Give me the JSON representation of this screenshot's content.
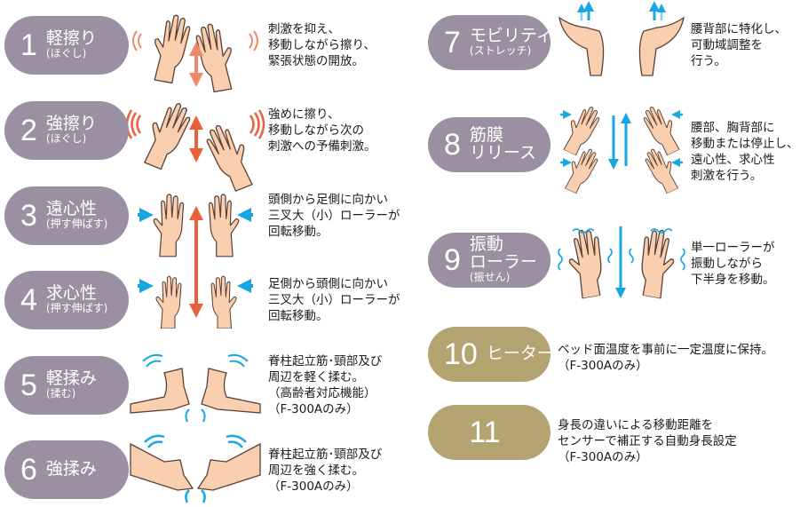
{
  "colors": {
    "purple": "#9b8fa2",
    "gold": "#b4a471",
    "skin": "#f9cfb0",
    "outline": "#5a4034",
    "orange_light": "#f0896c",
    "orange": "#e8603c",
    "blue": "#19a7e2"
  },
  "items": [
    {
      "num": "1",
      "main": "軽擦り",
      "sub": "(ほぐし)",
      "desc": "刺激を抑え、\n移動しながら擦り、\n緊張状態の開放。"
    },
    {
      "num": "2",
      "main": "強擦り",
      "sub": "(ほぐし)",
      "desc": "強めに擦り、\n移動しながら次の\n刺激への予備刺激。"
    },
    {
      "num": "3",
      "main": "遠心性",
      "sub": "(押す伸ばす)",
      "desc": "頭側から足側に向かい\n三叉大（小）ローラーが\n回転移動。"
    },
    {
      "num": "4",
      "main": "求心性",
      "sub": "(押す伸ばす)",
      "desc": "足側から頭側に向かい\n三叉大（小）ローラーが\n回転移動。"
    },
    {
      "num": "5",
      "main": "軽揉み",
      "sub": "(揉む)",
      "desc": "脊柱起立筋･頸部及び\n周辺を軽く揉む。\n（高齢者対応機能）\n（F-300Aのみ）"
    },
    {
      "num": "6",
      "main": "強揉み",
      "sub": "",
      "desc": "脊柱起立筋･頸部及び\n周辺を強く揉む。\n（F-300Aのみ）"
    },
    {
      "num": "7",
      "main": "モビリティ",
      "sub": "(ストレッチ)",
      "desc": "腰背部に特化し、\n可動域調整を\n行う。"
    },
    {
      "num": "8",
      "main": "筋膜\nリリース",
      "sub": "",
      "desc": "腰部、胸背部に\n移動または停止し、\n遠心性、求心性\n刺激を行う。"
    },
    {
      "num": "9",
      "main": "振動\nローラー",
      "sub": "(振せん)",
      "desc": "単一ローラーが\n振動しながら\n下半身を移動。"
    },
    {
      "num": "10",
      "main": "ヒーター",
      "sub": "",
      "desc": "ベッド面温度を事前に一定温度に保持。\n（F-300Aのみ）"
    },
    {
      "num": "11",
      "main": "",
      "sub": "",
      "desc": "身長の違いによる移動距離を\nセンサーで補正する自動身長設定\n（F-300Aのみ）"
    }
  ]
}
